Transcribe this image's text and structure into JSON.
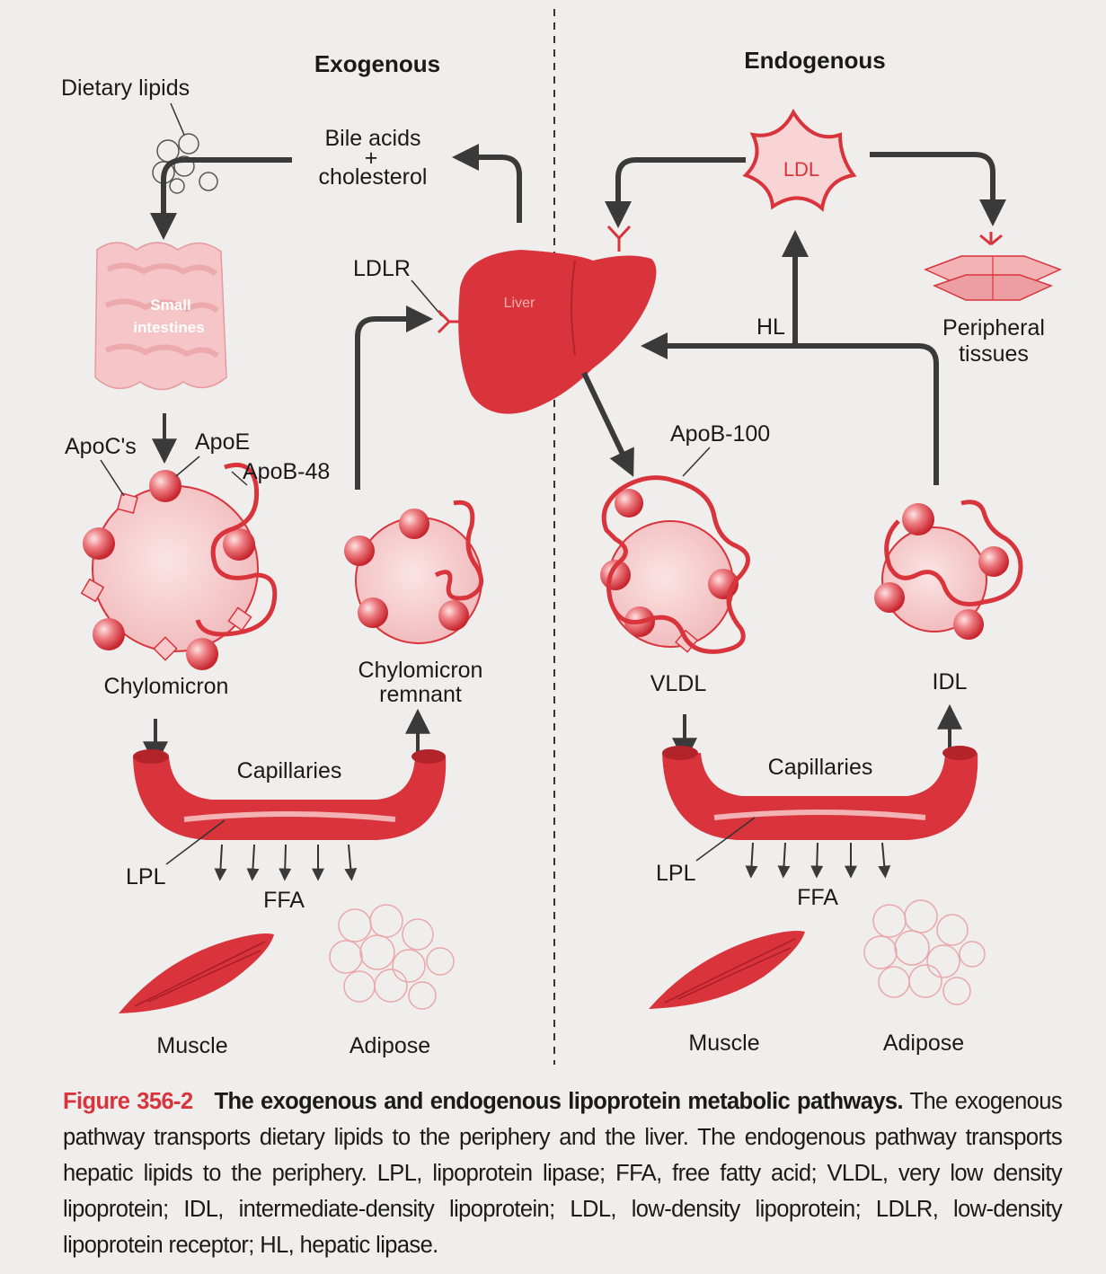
{
  "headers": {
    "exogenous": "Exogenous",
    "endogenous": "Endogenous"
  },
  "labels": {
    "dietary_lipids": "Dietary lipids",
    "bile_acids_line1": "Bile acids",
    "bile_acids_line2": "+",
    "bile_acids_line3": "cholesterol",
    "small_intestines_line1": "Small",
    "small_intestines_line2": "intestines",
    "ldlr": "LDLR",
    "liver": "Liver",
    "ldl": "LDL",
    "hl": "HL",
    "peripheral_line1": "Peripheral",
    "peripheral_line2": "tissues",
    "apocs": "ApoC's",
    "apoe": "ApoE",
    "apob48": "ApoB-48",
    "apob100": "ApoB-100",
    "chylomicron": "Chylomicron",
    "remnant_line1": "Chylomicron",
    "remnant_line2": "remnant",
    "vldl": "VLDL",
    "idl": "IDL",
    "capillaries_left": "Capillaries",
    "capillaries_right": "Capillaries",
    "lpl_left": "LPL",
    "lpl_right": "LPL",
    "ffa_left": "FFA",
    "ffa_right": "FFA",
    "muscle_left": "Muscle",
    "adipose_left": "Adipose",
    "muscle_right": "Muscle",
    "adipose_right": "Adipose"
  },
  "caption": {
    "figure_number": "Figure 356-2",
    "title": "The exogenous and endogenous lipoprotein metabolic pathways.",
    "body": "The exogenous pathway transports dietary lipids to the periphery and the liver. The endogenous pathway transports hepatic lipids to the periphery. LPL, lipoprotein lipase; FFA, free fatty acid; VLDL, very low density lipoprotein; IDL, intermediate-density lipoprotein; LDL, low-density lipoprotein; LDLR, low-density lipoprotein receptor; HL, hepatic lipase."
  },
  "colors": {
    "red": "#d9343c",
    "pink": "#f3b3b5",
    "light_pink": "#f8d4d5",
    "arrow": "#3a3a3a"
  }
}
